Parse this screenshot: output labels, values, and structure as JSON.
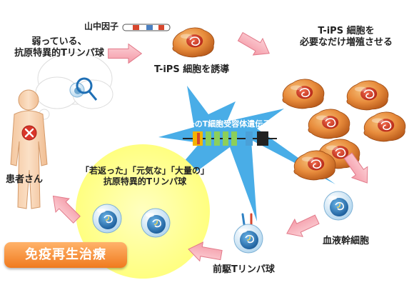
{
  "labels": {
    "yamanaka": "山中因子",
    "weakened_line1": "弱っている、",
    "weakened_line2": "抗原特異的Tリンパ球",
    "tips_induce": "T-iPS 細胞を誘導",
    "tips_expand_line1": "T-iPS 細胞を",
    "tips_expand_line2": "必要なだけ増殖させる",
    "same_gene": "同一のT細胞受容体遺伝子",
    "patient": "患者さん",
    "rejuvenated_line1": "「若返った」「元気な」「大量の」",
    "rejuvenated_line2": "抗原特異的Tリンパ球",
    "hsc": "血液幹細胞",
    "precursor": "前駆Tリンパ球",
    "regen": "免疫再生治療"
  },
  "colors": {
    "arrow_fill": "#f9b3bd",
    "arrow_stroke": "#e57f8d",
    "burst": "#3fa9e6",
    "yellow_circle": "#ffff99",
    "cell_body": "#e8893a",
    "nucleus": "#d7462d",
    "lymph_outer": "#d7ebf7",
    "lymph_nucleus": "#2f82c4",
    "regen_box": "#f48a2c",
    "x_mark": "#d9362a"
  }
}
